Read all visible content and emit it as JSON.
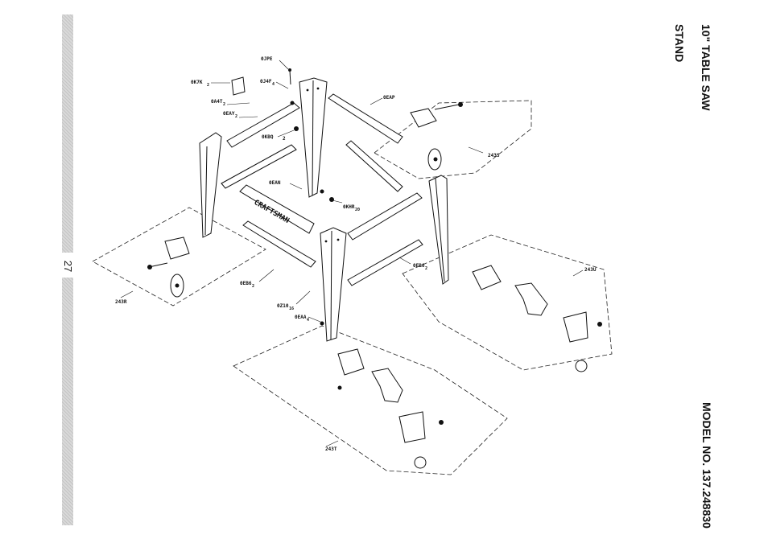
{
  "header": {
    "title": "10\" TABLE SAW",
    "subtitle": "STAND",
    "model": "MODEL NO. 137.248830"
  },
  "page_number": "27",
  "brand_plate": "CRAFTSMAN",
  "parts": {
    "p_0jpe": "0JPE",
    "p_0k7k": "0K7K",
    "p_0k7k_qty": "2",
    "p_0j4f": "0J4F",
    "p_0j4f_qty": "4",
    "p_0a4t": "0A4T",
    "p_0a4t_qty": "2",
    "p_0eay": "0EAY",
    "p_0eay_qty": "2",
    "p_0kbq": "0KBQ",
    "p_0kbq_qty": "2",
    "p_0eap": "0EAP",
    "p_243s": "243S",
    "p_0ean": "0EAN",
    "p_0khr": "0KHR",
    "p_0khr_qty": "20",
    "p_0eb6_right": "0EB6",
    "p_0eb6_right_qty": "2",
    "p_243u": "243U",
    "p_243r": "243R",
    "p_0eb6_left": "0EB6",
    "p_0eb6_left_qty": "2",
    "p_0z10": "0Z10",
    "p_0z10_qty": "16",
    "p_0eaa": "0EAA",
    "p_0eaa_qty": "4",
    "p_243t": "243T"
  }
}
